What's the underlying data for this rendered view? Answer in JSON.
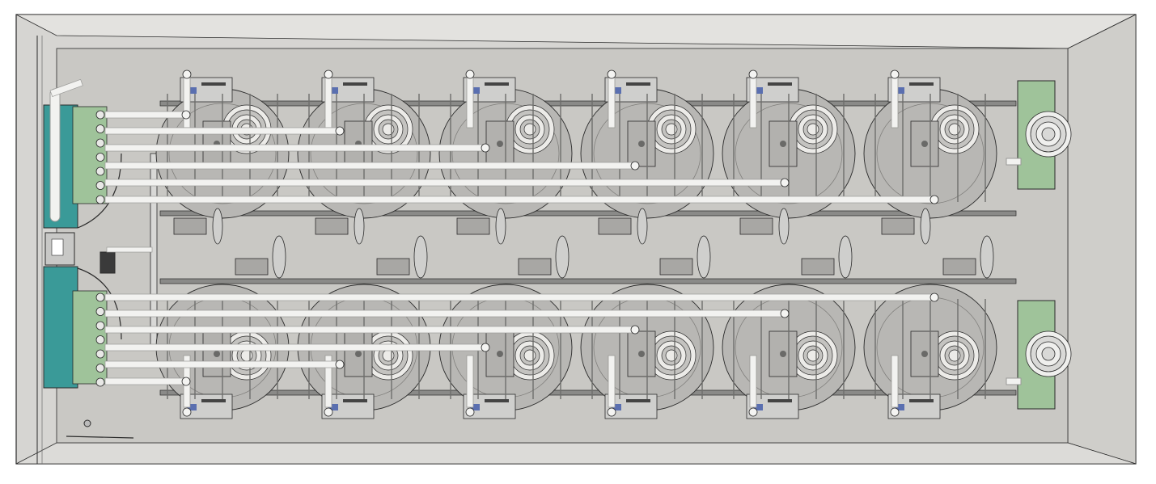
{
  "diagram": {
    "kind": "cad-top-view",
    "colors": {
      "background": "#ffffff",
      "housing": "#d6d5d2",
      "housing_inner": "#c9c8c4",
      "outline": "#2a2a2a",
      "rail": "#8a8a88",
      "pipe": "#f2f2f0",
      "pipe_edge": "#9a9a98",
      "motor": "#b8b7b4",
      "motor_dark": "#9d9c99",
      "panel_teal": "#3a9a98",
      "panel_green": "#9fc39a",
      "module_plate": "#cfcfcd",
      "label_blue": "#5a6fb0"
    },
    "upper_row_modules": 6,
    "lower_row_modules": 6,
    "middle_row_fans": 6,
    "upper_pipes": 6,
    "lower_pipes": 6
  }
}
